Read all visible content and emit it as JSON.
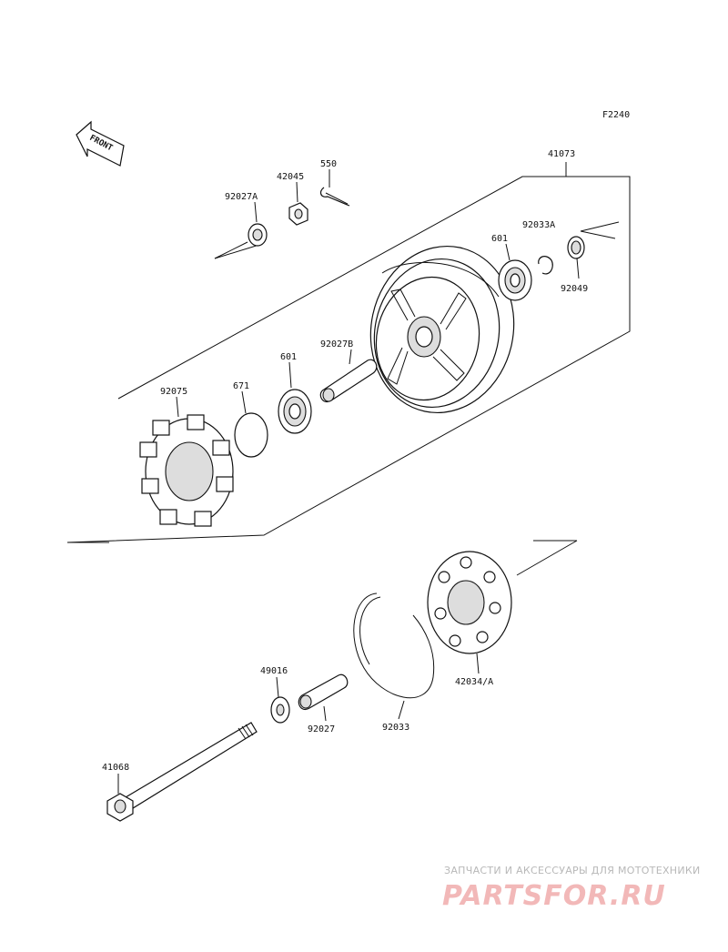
{
  "diagram_code": "F2240",
  "front_label": "FRONT",
  "parts": {
    "p41073": "41073",
    "p92027A": "92027A",
    "p42045": "42045",
    "p550": "550",
    "p92033A": "92033A",
    "p601_right": "601",
    "p92049": "92049",
    "p92027B": "92027B",
    "p601_left": "601",
    "p671": "671",
    "p92075": "92075",
    "p49016": "49016",
    "p92027": "92027",
    "p92033": "92033",
    "p42034A": "42034/A",
    "p41068": "41068"
  },
  "watermark": {
    "top_text": "ЗАПЧАСТИ И АКСЕССУАРЫ ДЛЯ МОТОТЕХНИКИ",
    "logo_text": "PARTSFOR.RU",
    "color": "#f2b8b8"
  }
}
